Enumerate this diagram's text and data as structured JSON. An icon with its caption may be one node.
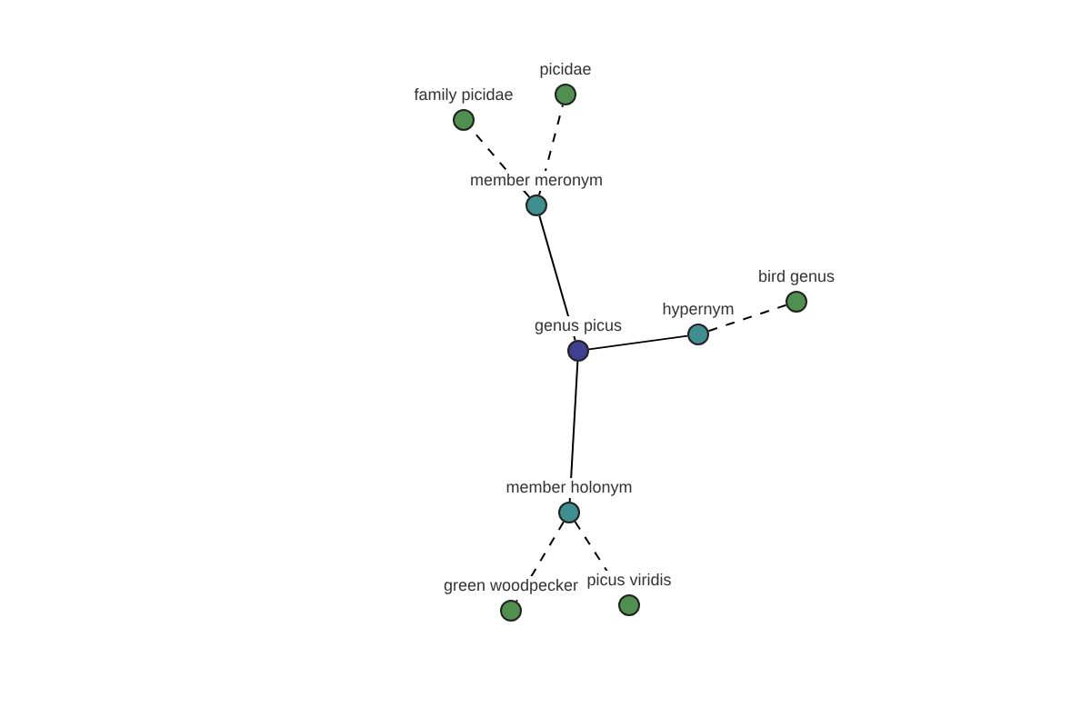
{
  "diagram": {
    "nodes": [
      {
        "text": [
          "family picidae"
        ]
      },
      {
        "text": [
          "picidae"
        ]
      },
      {
        "text": [
          "member meronym"
        ]
      },
      {
        "text": [
          "genus picus"
        ]
      },
      {
        "text": [
          "hypernym"
        ]
      },
      {
        "text": [
          "bird genus"
        ]
      },
      {
        "text": [
          "member holonym"
        ]
      },
      {
        "text": [
          "green woodpecker"
        ]
      },
      {
        "text": [
          "picus viridis"
        ]
      }
    ],
    "edges": [
      {
        "from": 3,
        "to": 2,
        "arrow": "none"
      },
      {
        "from": 3,
        "to": 4,
        "arrow": "none"
      },
      {
        "from": 3,
        "to": 6,
        "arrow": "none"
      },
      {
        "from": 2,
        "to": 0,
        "arrow": "none",
        "style": "dashed"
      },
      {
        "from": 2,
        "to": 1,
        "arrow": "none",
        "style": "dashed"
      },
      {
        "from": 4,
        "to": 5,
        "arrow": "none",
        "style": "dashed"
      },
      {
        "from": 6,
        "to": 7,
        "arrow": "none",
        "style": "dashed"
      },
      {
        "from": 6,
        "to": 8,
        "arrow": "none",
        "style": "dashed"
      }
    ]
  }
}
